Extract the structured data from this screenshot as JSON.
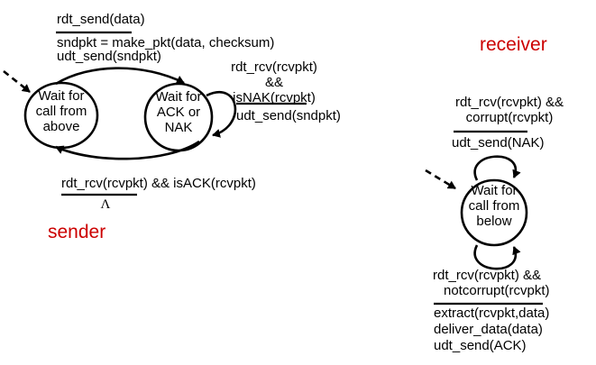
{
  "colors": {
    "label_red": "#cc0000",
    "ink": "#000000"
  },
  "sender": {
    "section_label": "sender",
    "states": {
      "wait_above": {
        "line1": "Wait for",
        "line2": "call from",
        "line3": "above"
      },
      "wait_ack": {
        "line1": "Wait for",
        "line2": "ACK or",
        "line3": "NAK"
      }
    },
    "send_transition": {
      "event": "rdt_send(data)",
      "action1": "sndpkt = make_pkt(data, checksum)",
      "action2": "udt_send(sndpkt)"
    },
    "nak_loop": {
      "event_line1": "rdt_rcv(rcvpkt) &&",
      "event_line2": "isNAK(rcvpkt)",
      "action": "udt_send(sndpkt)"
    },
    "ack_transition": {
      "event": "rdt_rcv(rcvpkt) && isACK(rcvpkt)",
      "action": "Λ"
    }
  },
  "receiver": {
    "section_label": "receiver",
    "state": {
      "line1": "Wait for",
      "line2": "call from",
      "line3": "below"
    },
    "corrupt_loop": {
      "event_line1": "rdt_rcv(rcvpkt) &&",
      "event_line2": "corrupt(rcvpkt)",
      "action": "udt_send(NAK)"
    },
    "notcorrupt_loop": {
      "event_line1": "rdt_rcv(rcvpkt) &&",
      "event_line2": "notcorrupt(rcvpkt)",
      "action1": "extract(rcvpkt,data)",
      "action2": "deliver_data(data)",
      "action3": "udt_send(ACK)"
    }
  }
}
